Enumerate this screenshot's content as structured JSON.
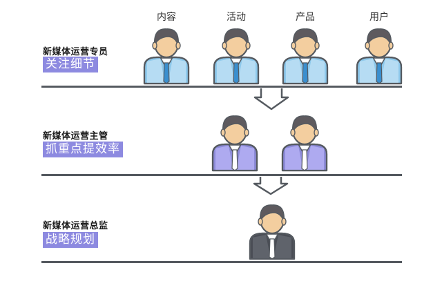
{
  "columns": [
    "内容",
    "活动",
    "产品",
    "用户"
  ],
  "tiers": [
    {
      "title": "新媒体运营专员",
      "tag": "关注细节",
      "people": 4
    },
    {
      "title": "新媒体运营主管",
      "tag": "抓重点提效率",
      "people": 2
    },
    {
      "title": "新媒体运营总监",
      "tag": "战略规划",
      "people": 1
    }
  ],
  "colors": {
    "tag_bg": "#8d8ae0",
    "skin": "#f3ce9f",
    "hair": "#5e5a5e",
    "outline": "#555a60",
    "specialist_suit": "#8ec9ec",
    "specialist_suit_light": "#b6dcf3",
    "specialist_tie": "#3a8fcf",
    "manager_suit": "#8c8ad8",
    "manager_suit_light": "#aeaaf0",
    "director_suit": "#4a4d55",
    "director_suit_light": "#5f636b"
  }
}
